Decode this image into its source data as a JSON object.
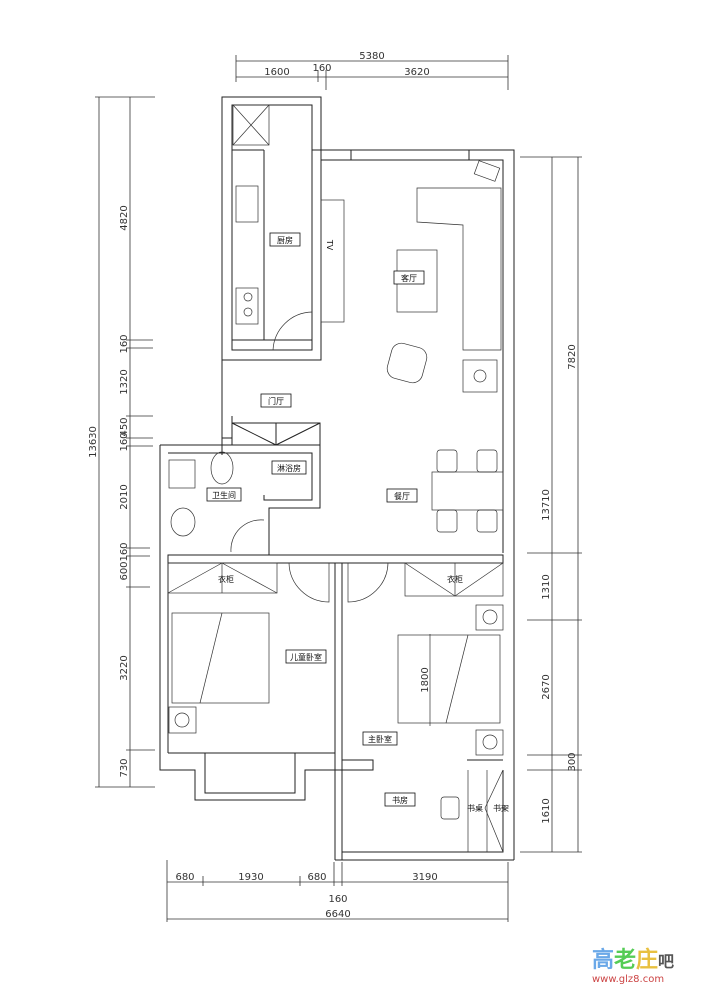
{
  "rooms": {
    "kitchen": "厨房",
    "living": "客厅",
    "foyer": "门厅",
    "bathroom": "卫生间",
    "shower": "淋浴房",
    "dining": "餐厅",
    "wardrobe_left": "衣柜",
    "wardrobe_right": "衣柜",
    "kids_bedroom": "儿童卧室",
    "master_bedroom": "主卧室",
    "study": "书房",
    "desk": "书桌",
    "bookshelf": "书架",
    "tv": "TV",
    "bed_size": "1800"
  },
  "dimensions": {
    "top_total": "5380",
    "top": [
      "1600",
      "160",
      "3620"
    ],
    "left_total": "13630",
    "left": [
      "4820",
      "160",
      "1320",
      "450",
      "160",
      "2010",
      "160",
      "600",
      "3220",
      "730"
    ],
    "right_total": "13710",
    "right": [
      "7820",
      "1310",
      "2670",
      "300",
      "1610"
    ],
    "bottom": [
      "680",
      "1930",
      "680",
      "160",
      "3190"
    ],
    "bottom_total": "6640"
  },
  "watermark": {
    "logo": "高老庄吧",
    "url": "www.glz8.com"
  }
}
